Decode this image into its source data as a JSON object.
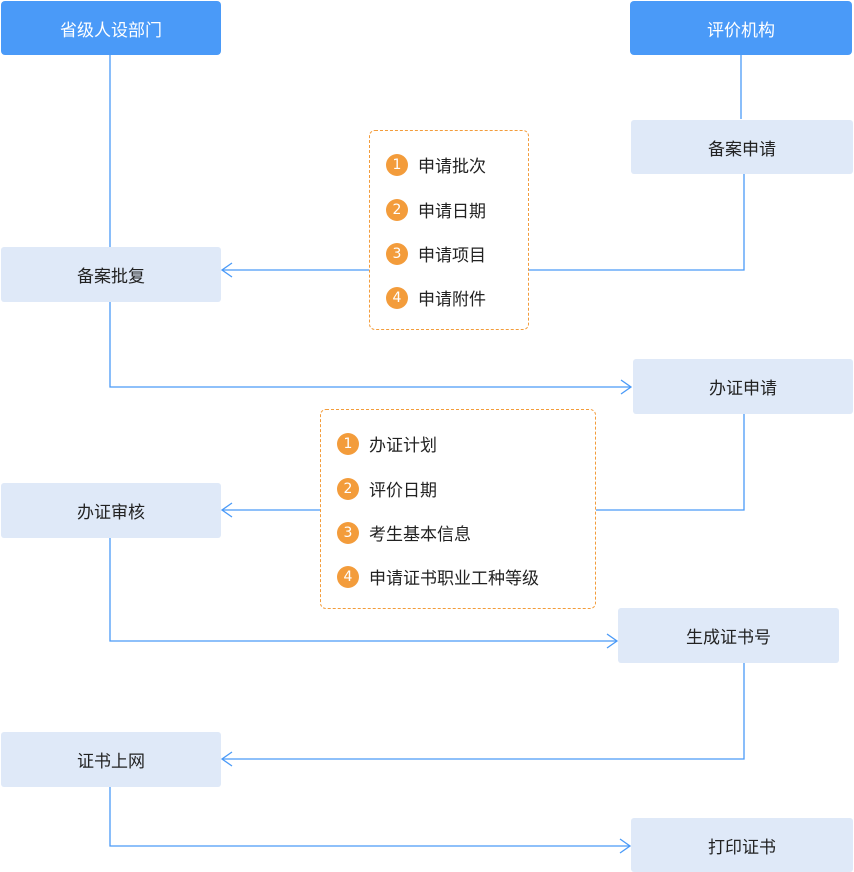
{
  "actors": {
    "left": "省级人设部门",
    "right": "评价机构"
  },
  "steps": {
    "filing_apply": "备案申请",
    "filing_approve": "备案批复",
    "cert_apply": "办证申请",
    "cert_review": "办证审核",
    "cert_number": "生成证书号",
    "cert_online": "证书上网",
    "cert_print": "打印证书"
  },
  "notes": {
    "filing": [
      {
        "num": "1",
        "text": "申请批次"
      },
      {
        "num": "2",
        "text": "申请日期"
      },
      {
        "num": "3",
        "text": "申请项目"
      },
      {
        "num": "4",
        "text": "申请附件"
      }
    ],
    "cert": [
      {
        "num": "1",
        "text": "办证计划"
      },
      {
        "num": "2",
        "text": "评价日期"
      },
      {
        "num": "3",
        "text": "考生基本信息"
      },
      {
        "num": "4",
        "text": "申请证书职业工种等级"
      }
    ]
  },
  "colors": {
    "header": "#4a9af8",
    "step": "#dfe9f8",
    "connector": "#4a9af8",
    "note_accent": "#f39c3b"
  }
}
